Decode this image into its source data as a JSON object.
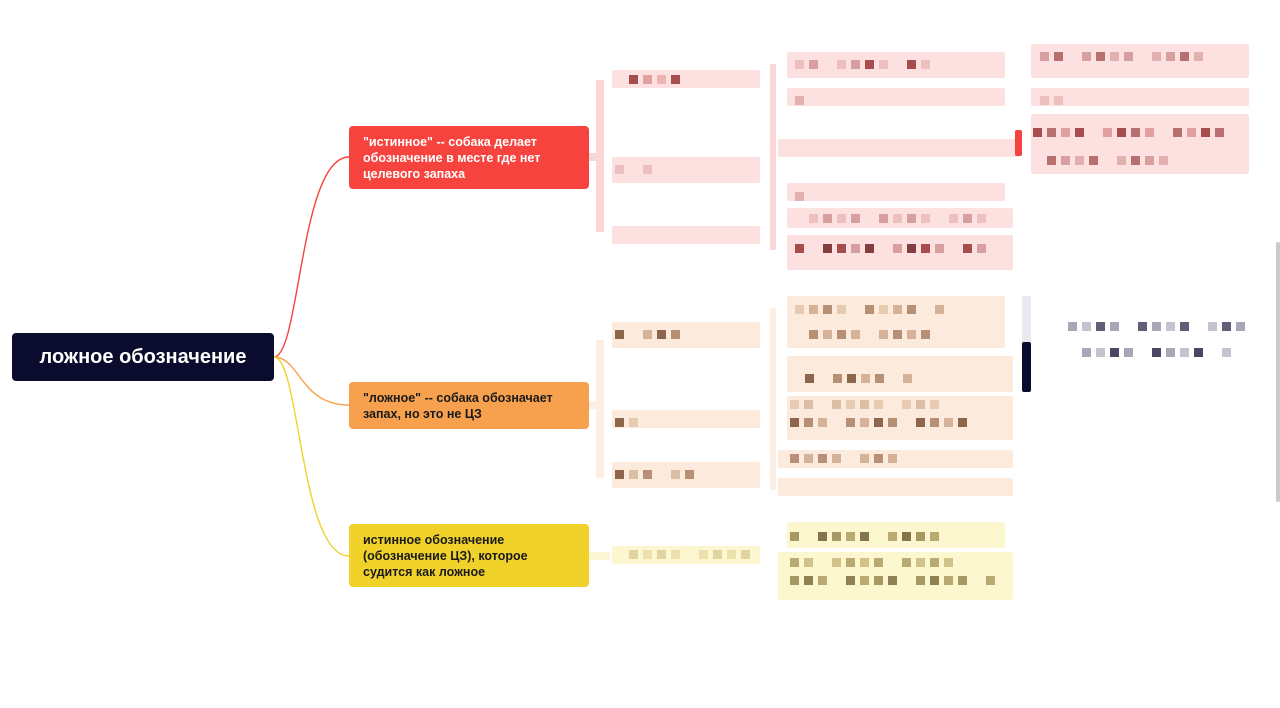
{
  "mindmap": {
    "root": {
      "label": "ложное обозначение"
    },
    "branches": [
      {
        "label": "\"истинное\" -- собака делает обозначение в месте где нет целевого запаха",
        "color": "#f7433e"
      },
      {
        "label": "\"ложное\" -- собака обозначает запах, но это не ЦЗ",
        "color": "#f7a04e"
      },
      {
        "label": "истинное обозначение (обозначение ЦЗ), которое судится как ложное",
        "color": "#f1d22b"
      }
    ],
    "colors": {
      "root_bg": "#0b0b2e",
      "red_tint": "#fde0e0",
      "orange_tint": "#fcebdd",
      "yellow_tint": "#fdf7cf"
    }
  }
}
